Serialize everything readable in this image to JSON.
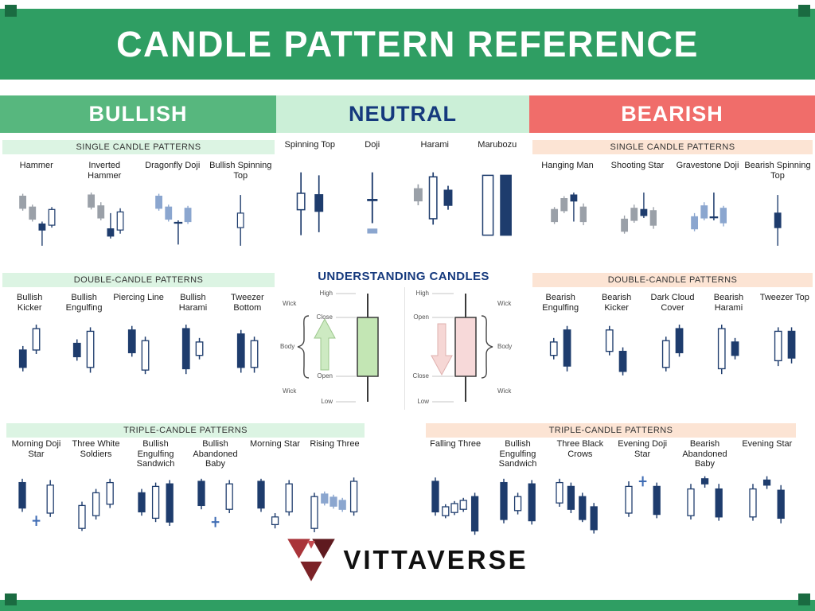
{
  "title": "CANDLE PATTERN REFERENCE",
  "brand": "VITTAVERSE",
  "colors": {
    "navy": "#1e3c6d",
    "gray": "#9aa0a8",
    "light_blue": "#8ba6cf",
    "doji_blue": "#3f6cb4",
    "green_banner": "#2f9e63",
    "bullish_green": "#57b77e",
    "neutral_bg": "#cbefd7",
    "neutral_text": "#15397d",
    "bearish_red": "#f06d6a",
    "section_green": "#dcf4e3",
    "section_peach": "#fce4d4",
    "anatomy_bull_body": "#c3e6b4",
    "anatomy_bear_body": "#f7d9d9"
  },
  "columns": {
    "bullish": {
      "label": "BULLISH",
      "single_header": "SINGLE CANDLE PATTERNS",
      "double_header": "DOUBLE-CANDLE PATTERNS",
      "triple_header": "TRIPLE-CANDLE PATTERNS",
      "singles": [
        {
          "name": "Hammer",
          "key": "hammer"
        },
        {
          "name": "Inverted Hammer",
          "key": "inverted_hammer"
        },
        {
          "name": "Dragonfly Doji",
          "key": "dragonfly_doji"
        },
        {
          "name": "Bullish Spinning Top",
          "key": "bullish_spinning_top"
        }
      ],
      "doubles": [
        {
          "name": "Bullish Kicker",
          "key": "bullish_kicker"
        },
        {
          "name": "Bullish Engulfing",
          "key": "bullish_engulfing"
        },
        {
          "name": "Piercing Line",
          "key": "piercing_line"
        },
        {
          "name": "Bullish Harami",
          "key": "bullish_harami"
        },
        {
          "name": "Tweezer Bottom",
          "key": "tweezer_bottom"
        }
      ],
      "triples": [
        {
          "name": "Morning Doji Star",
          "key": "morning_doji_star"
        },
        {
          "name": "Three White Soldiers",
          "key": "three_white_soldiers"
        },
        {
          "name": "Bullish Engulfing Sandwich",
          "key": "bullish_engulfing_sandwich"
        },
        {
          "name": "Bullish Abandoned Baby",
          "key": "bullish_abandoned_baby"
        },
        {
          "name": "Morning Star",
          "key": "morning_star"
        },
        {
          "name": "Rising Three",
          "key": "rising_three"
        }
      ]
    },
    "neutral": {
      "label": "NEUTRAL",
      "singles": [
        {
          "name": "Spinning Top",
          "key": "spinning_top"
        },
        {
          "name": "Doji",
          "key": "doji"
        },
        {
          "name": "Harami",
          "key": "harami"
        },
        {
          "name": "Marubozu",
          "key": "marubozu"
        }
      ]
    },
    "bearish": {
      "label": "BEARISH",
      "single_header": "SINGLE CANDLE PATTERNS",
      "double_header": "DOUBLE-CANDLE PATTERNS",
      "triple_header": "TRIPLE-CANDLE PATTERNS",
      "singles": [
        {
          "name": "Hanging Man",
          "key": "hanging_man"
        },
        {
          "name": "Shooting Star",
          "key": "shooting_star"
        },
        {
          "name": "Gravestone Doji",
          "key": "gravestone_doji"
        },
        {
          "name": "Bearish Spinning Top",
          "key": "bearish_spinning_top"
        }
      ],
      "doubles": [
        {
          "name": "Bearish Engulfing",
          "key": "bearish_engulfing"
        },
        {
          "name": "Bearish Kicker",
          "key": "bearish_kicker"
        },
        {
          "name": "Dark Cloud Cover",
          "key": "dark_cloud_cover"
        },
        {
          "name": "Bearish Harami",
          "key": "bearish_harami"
        },
        {
          "name": "Tweezer Top",
          "key": "tweezer_top"
        }
      ],
      "triples": [
        {
          "name": "Falling Three",
          "key": "falling_three"
        },
        {
          "name": "Bullish Engulfing Sandwich",
          "key": "bearish_sandwich"
        },
        {
          "name": "Three Black Crows",
          "key": "three_black_crows"
        },
        {
          "name": "Evening Doji Star",
          "key": "evening_doji_star"
        },
        {
          "name": "Bearish Abandoned Baby",
          "key": "bearish_abandoned_baby"
        },
        {
          "name": "Evening Star",
          "key": "evening_star"
        }
      ]
    }
  },
  "anatomy": {
    "title": "UNDERSTANDING CANDLES",
    "bull": {
      "high": "High",
      "upper": "Close",
      "lower": "Open",
      "low": "Low",
      "wick_top": "Wick",
      "wick_bottom": "Wick",
      "body": "Body"
    },
    "bear": {
      "high": "High",
      "upper": "Open",
      "lower": "Close",
      "low": "Low",
      "wick_top": "Wick",
      "wick_bottom": "Wick",
      "body": "Body"
    }
  },
  "candles": {
    "hammer": {
      "w": 64,
      "c": [
        [
          10,
          6,
          10,
          30,
          34,
          "g"
        ],
        [
          26,
          24,
          28,
          48,
          52,
          "g"
        ],
        [
          42,
          52,
          56,
          66,
          92,
          "n"
        ],
        [
          58,
          28,
          32,
          58,
          62,
          "h"
        ]
      ]
    },
    "inverted_hammer": {
      "w": 64,
      "c": [
        [
          10,
          4,
          8,
          28,
          32,
          "g"
        ],
        [
          26,
          20,
          26,
          46,
          50,
          "g"
        ],
        [
          42,
          38,
          64,
          76,
          80,
          "n"
        ],
        [
          58,
          30,
          36,
          66,
          72,
          "h"
        ]
      ]
    },
    "dragonfly_doji": {
      "w": 64,
      "c": [
        [
          10,
          6,
          10,
          30,
          34,
          "b"
        ],
        [
          26,
          24,
          28,
          48,
          52,
          "b"
        ],
        [
          42,
          50,
          53,
          55,
          90,
          "d"
        ],
        [
          58,
          26,
          30,
          52,
          56,
          "b"
        ]
      ]
    },
    "bullish_spinning_top": {
      "w": 40,
      "c": [
        [
          20,
          8,
          38,
          62,
          92,
          "h"
        ]
      ]
    },
    "spinning_top": {
      "w": 52,
      "c": [
        [
          14,
          6,
          34,
          56,
          90,
          "h"
        ],
        [
          38,
          10,
          36,
          58,
          86,
          "n"
        ]
      ]
    },
    "doji": {
      "w": 40,
      "c": [
        [
          20,
          6,
          42,
          44,
          74,
          "d"
        ],
        [
          20,
          82,
          82,
          87,
          87,
          "b",
          12
        ]
      ]
    },
    "harami": {
      "w": 64,
      "c": [
        [
          10,
          22,
          28,
          44,
          50,
          "g"
        ],
        [
          30,
          6,
          12,
          68,
          76,
          "h"
        ],
        [
          50,
          24,
          30,
          50,
          56,
          "n"
        ]
      ]
    },
    "marubozu": {
      "w": 56,
      "c": [
        [
          16,
          10,
          10,
          90,
          90,
          "h",
          14
        ],
        [
          40,
          10,
          10,
          90,
          90,
          "n",
          14
        ]
      ]
    },
    "hanging_man": {
      "w": 64,
      "c": [
        [
          10,
          28,
          32,
          52,
          56,
          "g"
        ],
        [
          26,
          10,
          14,
          34,
          38,
          "g"
        ],
        [
          42,
          4,
          8,
          18,
          52,
          "n"
        ],
        [
          58,
          22,
          28,
          52,
          58,
          "g"
        ]
      ]
    },
    "shooting_star": {
      "w": 64,
      "c": [
        [
          10,
          42,
          48,
          68,
          72,
          "g"
        ],
        [
          26,
          24,
          30,
          50,
          54,
          "g"
        ],
        [
          42,
          4,
          32,
          42,
          46,
          "n"
        ],
        [
          58,
          28,
          34,
          58,
          64,
          "g"
        ]
      ]
    },
    "gravestone_doji": {
      "w": 64,
      "c": [
        [
          10,
          38,
          44,
          64,
          68,
          "b"
        ],
        [
          26,
          20,
          26,
          46,
          50,
          "b"
        ],
        [
          42,
          4,
          44,
          46,
          50,
          "d"
        ],
        [
          58,
          26,
          30,
          54,
          60,
          "b"
        ]
      ]
    },
    "bearish_spinning_top": {
      "w": 40,
      "c": [
        [
          20,
          8,
          38,
          62,
          92,
          "n"
        ]
      ]
    },
    "bullish_kicker": {
      "w": 48,
      "c": [
        [
          14,
          38,
          44,
          70,
          76,
          "n"
        ],
        [
          34,
          6,
          12,
          44,
          50,
          "h"
        ]
      ]
    },
    "bullish_engulfing": {
      "w": 48,
      "c": [
        [
          14,
          28,
          34,
          54,
          60,
          "n"
        ],
        [
          34,
          10,
          16,
          70,
          78,
          "h"
        ]
      ]
    },
    "piercing_line": {
      "w": 48,
      "c": [
        [
          14,
          8,
          14,
          48,
          54,
          "n"
        ],
        [
          34,
          24,
          30,
          74,
          80,
          "h"
        ]
      ]
    },
    "bullish_harami": {
      "w": 48,
      "c": [
        [
          14,
          6,
          12,
          72,
          80,
          "n"
        ],
        [
          34,
          26,
          32,
          52,
          58,
          "h"
        ]
      ]
    },
    "tweezer_bottom": {
      "w": 48,
      "c": [
        [
          14,
          14,
          20,
          70,
          78,
          "n"
        ],
        [
          34,
          24,
          30,
          70,
          78,
          "h"
        ]
      ]
    },
    "bearish_engulfing": {
      "w": 48,
      "c": [
        [
          14,
          26,
          32,
          52,
          58,
          "h"
        ],
        [
          34,
          8,
          14,
          68,
          76,
          "n"
        ]
      ]
    },
    "bearish_kicker": {
      "w": 48,
      "c": [
        [
          14,
          8,
          14,
          46,
          52,
          "h"
        ],
        [
          34,
          40,
          46,
          76,
          82,
          "n"
        ]
      ]
    },
    "dark_cloud_cover": {
      "w": 48,
      "c": [
        [
          14,
          24,
          30,
          70,
          76,
          "h"
        ],
        [
          34,
          6,
          12,
          48,
          54,
          "n"
        ]
      ]
    },
    "bearish_harami": {
      "w": 48,
      "c": [
        [
          14,
          6,
          12,
          72,
          80,
          "h"
        ],
        [
          34,
          26,
          32,
          52,
          58,
          "n"
        ]
      ]
    },
    "tweezer_top": {
      "w": 48,
      "c": [
        [
          14,
          10,
          16,
          60,
          68,
          "h"
        ],
        [
          34,
          10,
          16,
          56,
          64,
          "n"
        ]
      ]
    },
    "morning_doji_star": {
      "w": 64,
      "c": [
        [
          10,
          6,
          12,
          52,
          58,
          "n"
        ],
        [
          32,
          64,
          72,
          72,
          80,
          "p"
        ],
        [
          54,
          8,
          16,
          60,
          66,
          "h"
        ]
      ]
    },
    "three_white_soldiers": {
      "w": 64,
      "c": [
        [
          10,
          42,
          48,
          84,
          88,
          "h"
        ],
        [
          32,
          22,
          28,
          64,
          70,
          "h"
        ],
        [
          54,
          6,
          12,
          46,
          52,
          "h"
        ]
      ]
    },
    "bullish_engulfing_sandwich": {
      "w": 64,
      "c": [
        [
          10,
          22,
          28,
          58,
          64,
          "n"
        ],
        [
          32,
          12,
          18,
          68,
          74,
          "h"
        ],
        [
          54,
          8,
          14,
          74,
          80,
          "n"
        ]
      ]
    },
    "bullish_abandoned_baby": {
      "w": 64,
      "c": [
        [
          10,
          6,
          10,
          48,
          54,
          "n"
        ],
        [
          32,
          66,
          74,
          74,
          82,
          "p"
        ],
        [
          54,
          8,
          14,
          54,
          60,
          "h"
        ]
      ]
    },
    "morning_star": {
      "w": 64,
      "c": [
        [
          10,
          6,
          10,
          52,
          58,
          "n"
        ],
        [
          32,
          60,
          66,
          78,
          84,
          "h"
        ],
        [
          54,
          8,
          14,
          58,
          64,
          "h"
        ]
      ]
    },
    "rising_three": {
      "w": 84,
      "c": [
        [
          10,
          28,
          34,
          84,
          90,
          "h"
        ],
        [
          26,
          26,
          30,
          44,
          48,
          "b"
        ],
        [
          40,
          31,
          35,
          49,
          53,
          "b"
        ],
        [
          54,
          36,
          40,
          54,
          58,
          "b"
        ],
        [
          72,
          4,
          10,
          58,
          64,
          "h"
        ]
      ]
    },
    "falling_three": {
      "w": 84,
      "c": [
        [
          10,
          4,
          10,
          58,
          64,
          "n"
        ],
        [
          26,
          46,
          50,
          64,
          68,
          "h"
        ],
        [
          40,
          41,
          45,
          59,
          63,
          "h"
        ],
        [
          54,
          36,
          40,
          54,
          58,
          "h"
        ],
        [
          72,
          28,
          34,
          88,
          94,
          "n"
        ]
      ]
    },
    "bearish_sandwich": {
      "w": 64,
      "c": [
        [
          10,
          6,
          12,
          70,
          76,
          "n"
        ],
        [
          32,
          28,
          34,
          56,
          62,
          "h"
        ],
        [
          54,
          8,
          14,
          72,
          78,
          "n"
        ]
      ]
    },
    "three_black_crows": {
      "w": 84,
      "c": [
        [
          10,
          6,
          12,
          44,
          50,
          "h"
        ],
        [
          28,
          12,
          18,
          54,
          60,
          "n"
        ],
        [
          46,
          28,
          34,
          70,
          74,
          "n"
        ],
        [
          64,
          44,
          50,
          86,
          92,
          "n"
        ]
      ]
    },
    "evening_doji_star": {
      "w": 64,
      "c": [
        [
          10,
          10,
          18,
          60,
          66,
          "h"
        ],
        [
          32,
          2,
          10,
          10,
          18,
          "p"
        ],
        [
          54,
          12,
          18,
          62,
          68,
          "n"
        ]
      ]
    },
    "bearish_abandoned_baby": {
      "w": 64,
      "c": [
        [
          10,
          14,
          22,
          64,
          70,
          "h"
        ],
        [
          32,
          2,
          6,
          14,
          20,
          "n"
        ],
        [
          54,
          14,
          22,
          66,
          72,
          "n"
        ]
      ]
    },
    "evening_star": {
      "w": 64,
      "c": [
        [
          10,
          14,
          22,
          66,
          72,
          "h"
        ],
        [
          32,
          2,
          8,
          16,
          22,
          "n"
        ],
        [
          54,
          16,
          24,
          68,
          76,
          "n"
        ]
      ]
    }
  }
}
